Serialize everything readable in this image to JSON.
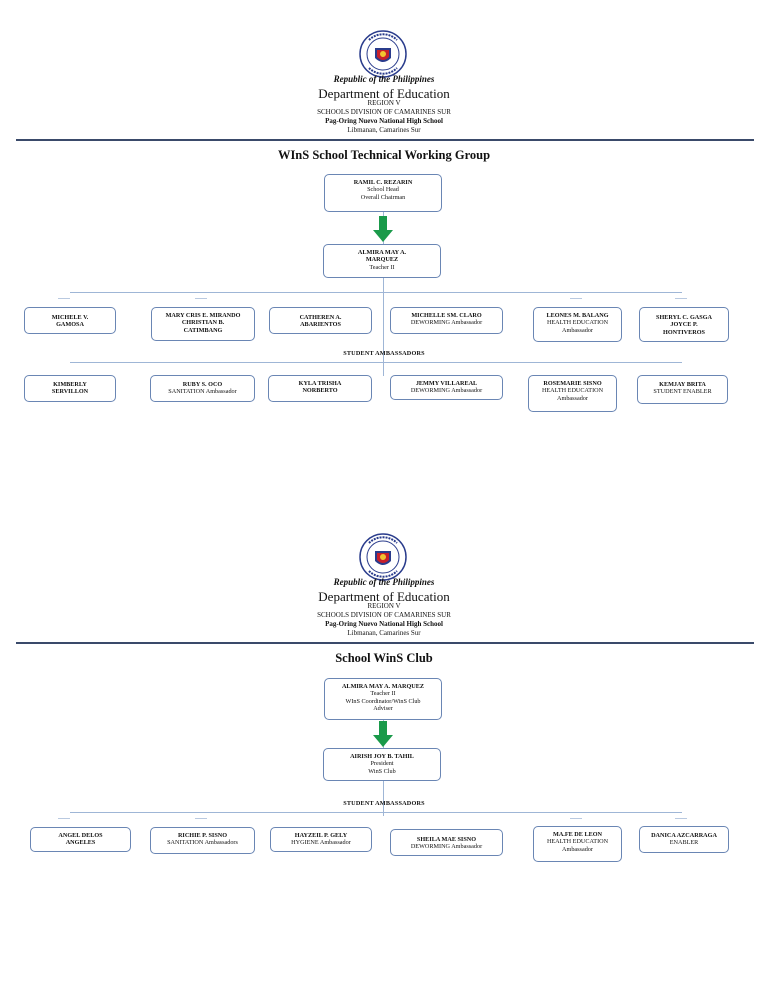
{
  "header": {
    "republic": "Republic of the Philippines",
    "department": "Department of Education",
    "region": "REGION V",
    "division": "SCHOOLS DIVISION OF CAMARINES SUR",
    "school": "Pag-Oring Nuevo National High School",
    "location": "Libmanan, Camarines Sur",
    "seal_text": "KAGAWARAN NG EDUKASYON"
  },
  "twg": {
    "title": "WInS School Technical Working Group",
    "head": {
      "name": "RAMIL C. REZARIN",
      "role1": "School Head",
      "role2": "Overall Chairman"
    },
    "coordinator": {
      "name1": "ALMIRA MAY A.",
      "name2": "MARQUEZ",
      "role": "Teacher II"
    },
    "members": [
      {
        "name": "MICHELE V.",
        "name2": "GAMOSA",
        "role": ""
      },
      {
        "name": "MARY CRIS E. MIRANDO",
        "name2": "CHRISTIAN B.",
        "name3": "CATIMBANG",
        "role": ""
      },
      {
        "name": "CATHEREN A.",
        "name2": "ABARIENTOS",
        "role": ""
      },
      {
        "name": "MICHELLE SM. CLARO",
        "role": "DEWORMING Ambassador"
      },
      {
        "name": "LEONES M. BALANG",
        "role": "HEALTH EDUCATION",
        "role2": "Ambassador"
      },
      {
        "name": "SHERYL C. GASGA",
        "name2": "JOYCE P.",
        "name3": "HONTIVEROS"
      }
    ],
    "ambassadors_label": "STUDENT AMBASSADORS",
    "students": [
      {
        "name": "KIMBERLY",
        "name2": "SERVILLON"
      },
      {
        "name": "RUBY S. OCO",
        "role": "SANITATION Ambassador"
      },
      {
        "name": "KYLA TRISHA",
        "name2": "NORBERTO"
      },
      {
        "name": "JEMMY VILLAREAL",
        "role": "DEWORMING Ambassador"
      },
      {
        "name": "ROSEMARIE SISNO",
        "role": "HEALTH EDUCATION",
        "role2": "Ambassador"
      },
      {
        "name": "KEMJAY BRITA",
        "role": "STUDENT ENABLER"
      }
    ]
  },
  "club": {
    "title": "School WinS Club",
    "adviser": {
      "name": "ALMIRA MAY A. MARQUEZ",
      "role1": "Teacher II",
      "role2": "WInS Coordinator/WinS Club",
      "role3": "Adviser"
    },
    "president": {
      "name": "AIRISH JOY B. TAHIL",
      "role1": "President",
      "role2": "WinS Club"
    },
    "ambassadors_label": "STUDENT AMBASSADORS",
    "students": [
      {
        "name": "ANGEL DELOS",
        "name2": "ANGELES"
      },
      {
        "name": "RICHIE P. SISNO",
        "role": "SANITATION Ambassadors"
      },
      {
        "name": "HAYZEIL P. GELY",
        "role": "HYGIENE Ambassador"
      },
      {
        "name": "SHEILA MAE SISNO",
        "role": "DEWORMING Ambassador"
      },
      {
        "name": "MA.FE DE LEON",
        "role": "HEALTH EDUCATION",
        "role2": "Ambassador"
      },
      {
        "name": "DANICA AZCARRAGA",
        "role": "ENABLER"
      }
    ]
  },
  "colors": {
    "box_border": "#6a86b4",
    "arrow": "#1a9a4a",
    "rule": "#3a4a6a",
    "seal_blue": "#2a3c8c"
  }
}
